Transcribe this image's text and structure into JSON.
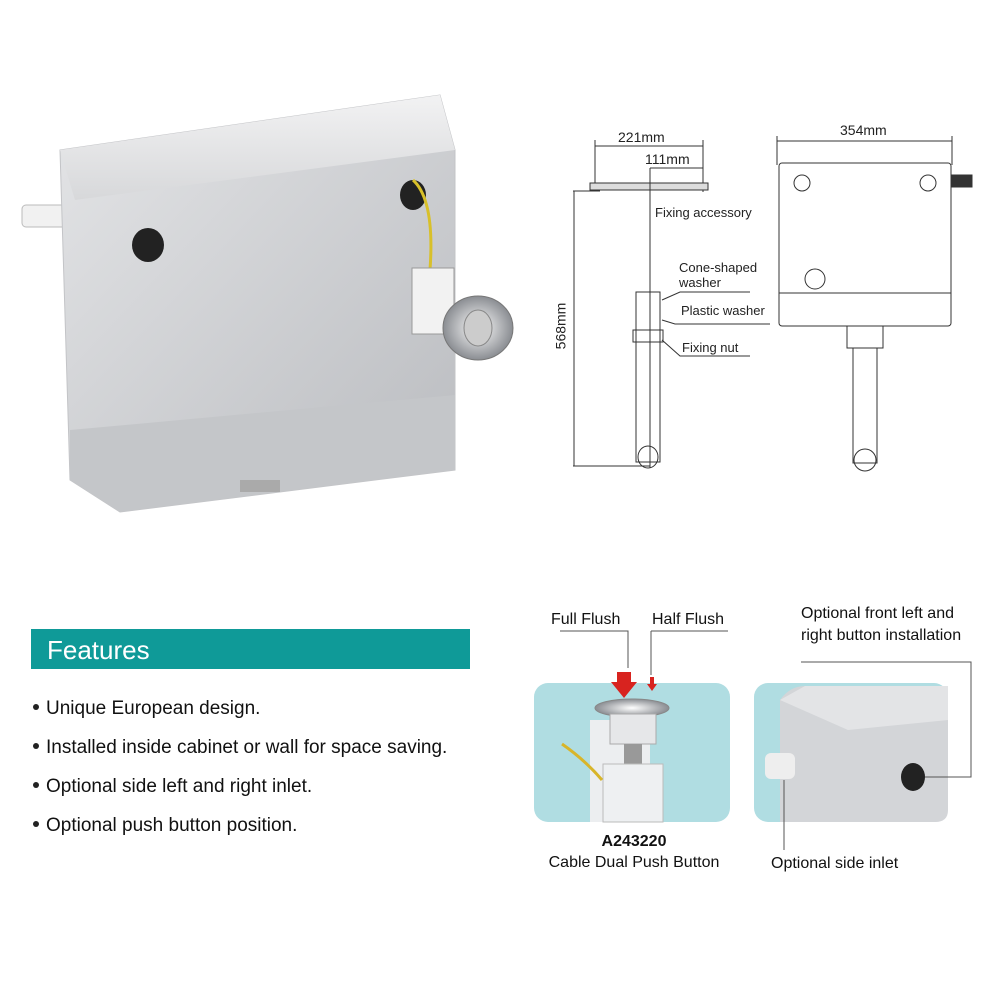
{
  "diagram": {
    "width_221": "221mm",
    "width_111": "111mm",
    "height_568": "568mm",
    "width_354": "354mm",
    "fixing_accessory": "Fixing accessory",
    "cone_washer_line1": "Cone-shaped",
    "cone_washer_line2": "washer",
    "plastic_washer": "Plastic washer",
    "fixing_nut": "Fixing nut"
  },
  "features": {
    "title": "Features",
    "items": [
      "Unique European design.",
      "Installed inside cabinet or wall for space saving.",
      "Optional side left and right inlet.",
      "Optional push button position."
    ]
  },
  "push_button": {
    "full_flush": "Full Flush",
    "half_flush": "Half Flush",
    "model": "A243220",
    "name": "Cable Dual Push Button"
  },
  "side_view": {
    "front_button_line1": "Optional front left and",
    "front_button_line2": "right button installation",
    "side_inlet": "Optional side inlet"
  },
  "colors": {
    "accent": "#0f9a98",
    "panel": "#b0dde2",
    "arrow": "#d8231f"
  }
}
